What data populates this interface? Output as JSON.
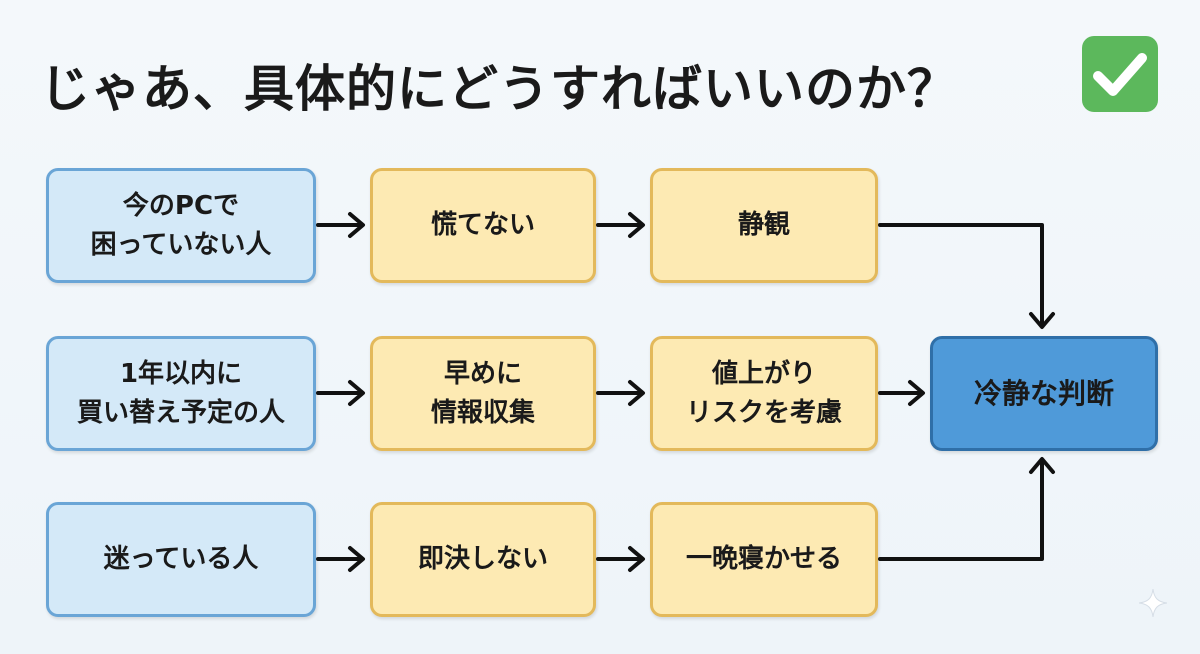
{
  "title": "じゃあ、具体的にどうすればいいのか？",
  "icons": {
    "title_icon": "check-mark-button-icon",
    "corner_icon": "sparkle-icon"
  },
  "colors": {
    "start_fill": "#d4e9f8",
    "start_border": "#6aa5d6",
    "step_fill": "#fdeab3",
    "step_border": "#e3b95b",
    "result_fill": "#4f9ad9",
    "result_border": "#2f6fa8",
    "check_green": "#5cb85c",
    "arrow": "#111111"
  },
  "rows": [
    {
      "start": "今のPCで\n困っていない人",
      "step1": "慌てない",
      "step2": "静観"
    },
    {
      "start": "1年以内に\n買い替え予定の人",
      "step1": "早めに\n情報収集",
      "step2": "値上がり\nリスクを考慮"
    },
    {
      "start": "迷っている人",
      "step1": "即決しない",
      "step2": "一晩寝かせる"
    }
  ],
  "result": "冷静な判断"
}
